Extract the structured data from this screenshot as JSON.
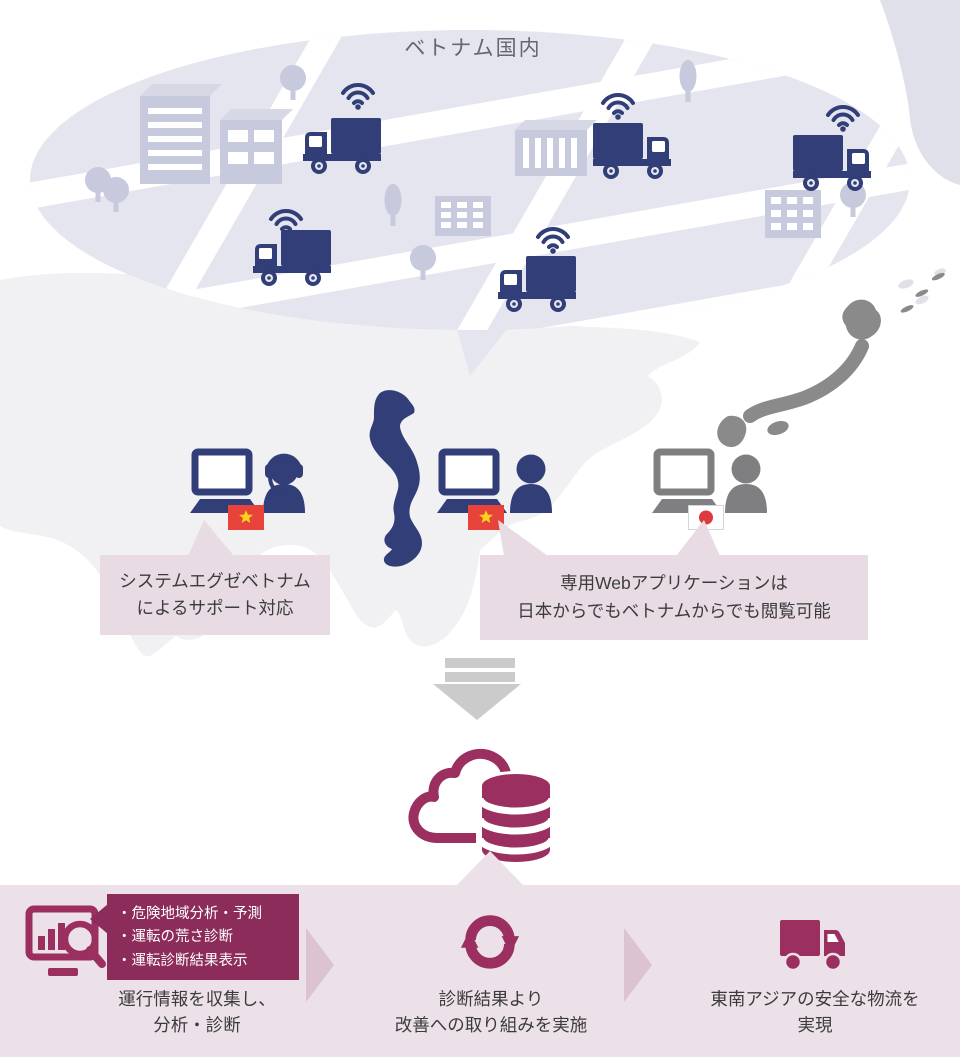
{
  "colors": {
    "navy": "#313e78",
    "maroon": "#9a2f60",
    "maroon_dark": "#8c2c5a",
    "band_pink": "#ece1e8",
    "bubble_pink": "#e8dbe3",
    "chevron_pink": "#dcc3d2",
    "ellipse_gray": "#e4e5ee",
    "lavender": "#c7c9dd",
    "lavender_top": "#d7d8e6",
    "map_gray": "#f1f1f4",
    "corner_gray": "#dfe0e9",
    "japan_gray": "#8a8a8a",
    "actor_gray": "#7f7f82",
    "arrow_gray": "#cbcbcb",
    "vietnam_red": "#e8433a",
    "star_yellow": "#f8d41c",
    "japan_red": "#dd3a3f"
  },
  "scene": {
    "region_label": "ベトナム国内"
  },
  "bubbles": {
    "support": {
      "line1": "システムエグゼベトナム",
      "line2": "によるサポート対応"
    },
    "webapp": {
      "line1": "専用Webアプリケーションは",
      "line2": "日本からでもベトナムからでも閲覧可能"
    }
  },
  "process": {
    "callout_items": [
      "・危険地域分析・予測",
      "・運転の荒さ診断",
      "・運転診断結果表示"
    ],
    "steps": [
      {
        "line1": "運行情報を収集し、",
        "line2": "分析・診断"
      },
      {
        "line1": "診断結果より",
        "line2": "改善への取り組みを実施"
      },
      {
        "line1": "東南アジアの安全な物流を",
        "line2": "実現"
      }
    ]
  }
}
